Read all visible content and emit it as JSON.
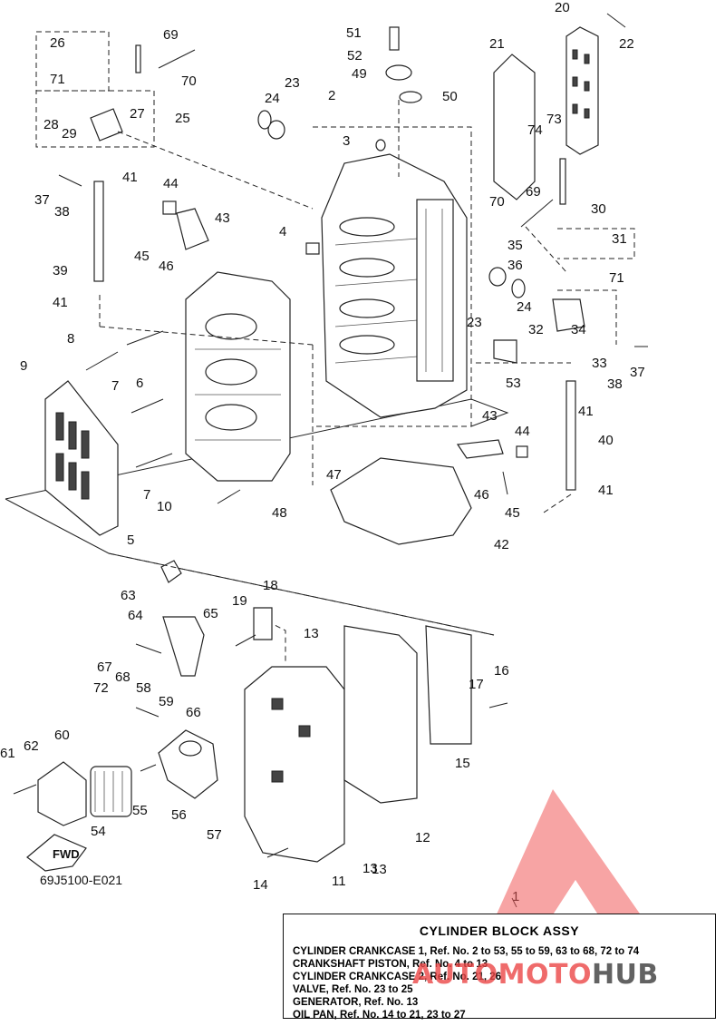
{
  "figure": {
    "code": "69J5100-E021",
    "fwd_label": "FWD",
    "callouts": [
      "1",
      "2",
      "3",
      "4",
      "5",
      "6",
      "7",
      "7",
      "8",
      "9",
      "10",
      "11",
      "12",
      "13",
      "13",
      "13",
      "14",
      "15",
      "16",
      "17",
      "18",
      "19",
      "20",
      "21",
      "22",
      "23",
      "23",
      "24",
      "24",
      "25",
      "26",
      "27",
      "28",
      "29",
      "30",
      "31",
      "32",
      "33",
      "34",
      "35",
      "36",
      "37",
      "37",
      "38",
      "38",
      "39",
      "40",
      "41",
      "41",
      "41",
      "41",
      "42",
      "43",
      "43",
      "44",
      "44",
      "45",
      "45",
      "46",
      "46",
      "47",
      "48",
      "49",
      "50",
      "51",
      "52",
      "53",
      "54",
      "55",
      "56",
      "57",
      "58",
      "59",
      "60",
      "61",
      "62",
      "63",
      "64",
      "65",
      "66",
      "67",
      "68",
      "69",
      "69",
      "70",
      "70",
      "71",
      "71",
      "72",
      "73",
      "74"
    ]
  },
  "info_box": {
    "title": "CYLINDER  BLOCK ASSY",
    "lines": [
      "CYLINDER CRANKCASE 1,  Ref. No. 2 to 53, 55 to 59, 63 to 68, 72 to 74",
      "CRANKSHAFT PISTON,  Ref. No. 4 to 13",
      "CYLINDER CRANKCASE 2, Ref. No. 21, 26",
      "VALVE,  Ref. No. 23 to 25",
      "GENERATOR, Ref. No. 13",
      "OIL PAN,  Ref. No. 14 to 21, 23 to 27"
    ]
  },
  "watermark": {
    "text_a": "AUTOMOTO",
    "text_b": "HUB",
    "color": "#e84a4a"
  }
}
